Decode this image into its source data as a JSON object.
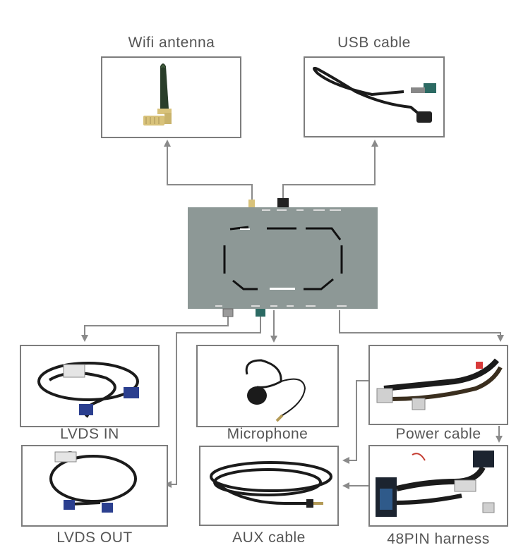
{
  "title": "",
  "components": {
    "wifi": {
      "label": "Wifi antenna"
    },
    "usb": {
      "label": "USB cable"
    },
    "lvds_in": {
      "label": "LVDS IN"
    },
    "microphone": {
      "label": "Microphone"
    },
    "power": {
      "label": "Power cable"
    },
    "lvds_out": {
      "label": "LVDS OUT"
    },
    "aux": {
      "label": "AUX cable"
    },
    "harness": {
      "label": "48PIN harness"
    }
  },
  "colors": {
    "module": "#8d9896",
    "arrow": "#8a8a8a",
    "border": "#7d7d7d",
    "connector_blue": "#2b3f8f",
    "connector_teal": "#2c6a63",
    "connector_yellow": "#d8c27a",
    "cable": "#1b1b1b"
  }
}
